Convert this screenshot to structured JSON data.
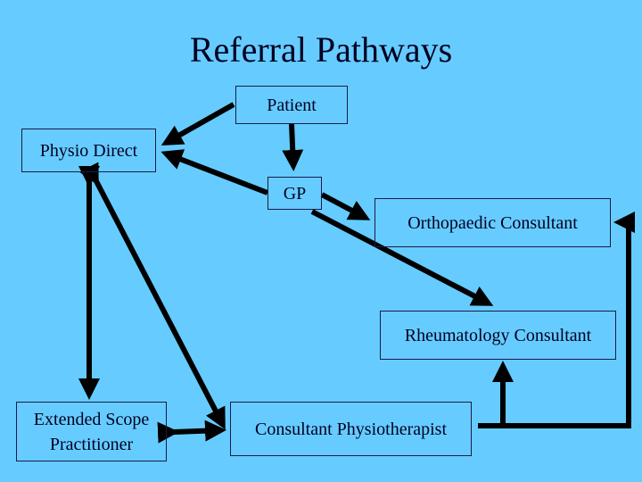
{
  "title": "Referral Pathways",
  "nodes": {
    "patient": "Patient",
    "physio_direct": "Physio Direct",
    "gp": "GP",
    "orthopaedic": "Orthopaedic Consultant",
    "rheumatology": "Rheumatology Consultant",
    "esp_line1": "Extended Scope",
    "esp_line2": "Practitioner",
    "consultant_physio": "Consultant Physiotherapist"
  },
  "colors": {
    "background": "#66ccff",
    "arrow": "#000000"
  }
}
